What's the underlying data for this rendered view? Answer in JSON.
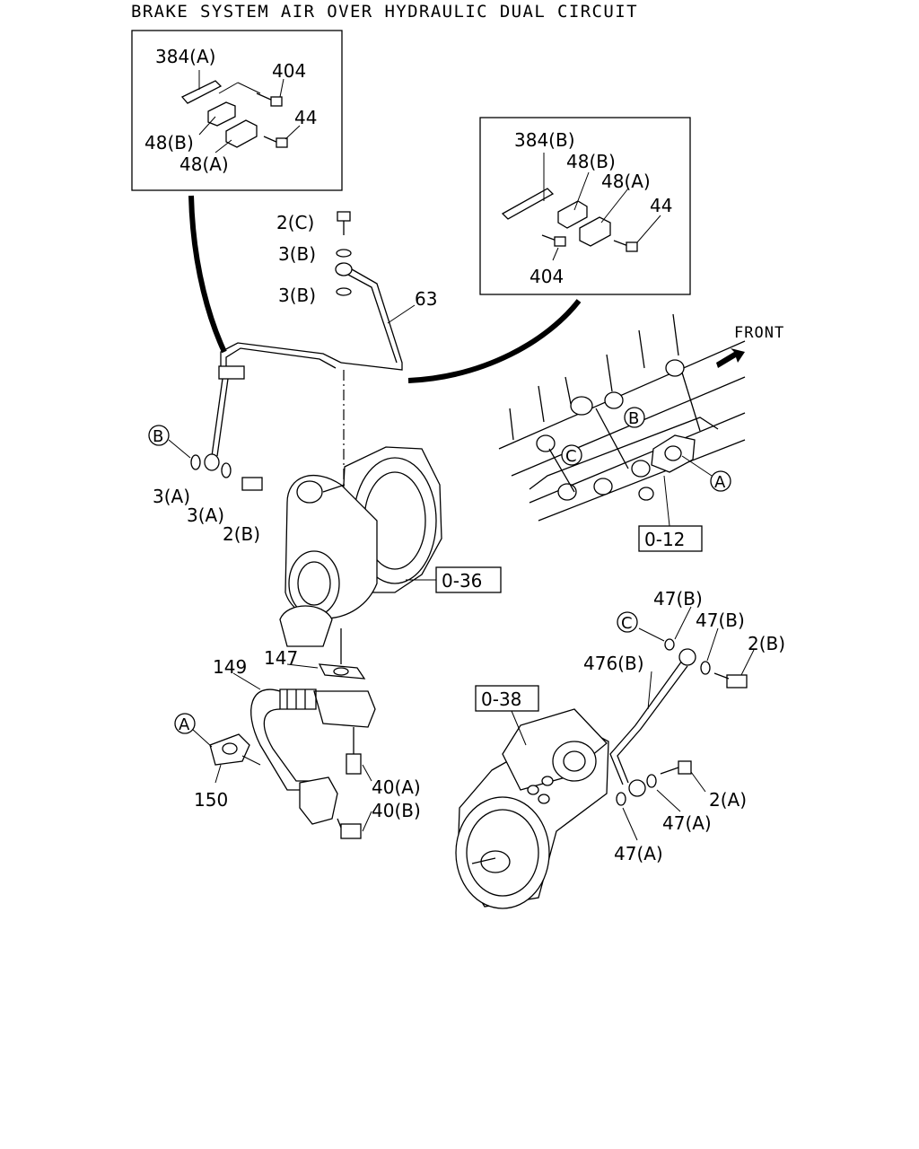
{
  "title": "BRAKE SYSTEM AIR OVER HYDRAULIC DUAL CIRCUIT",
  "front_label": "FRONT",
  "refs": {
    "r012": "0-12",
    "r036": "0-36",
    "r038": "0-38"
  },
  "callouts": {
    "A": "A",
    "B": "B",
    "C": "C"
  },
  "inset_left": {
    "p384a": "384(A)",
    "p404": "404",
    "p48b": "48(B)",
    "p44": "44",
    "p48a": "48(A)"
  },
  "inset_right": {
    "p384b": "384(B)",
    "p48b": "48(B)",
    "p48a": "48(A)",
    "p44": "44",
    "p404": "404"
  },
  "parts": {
    "p2c": "2(C)",
    "p3b_top": "3(B)",
    "p3b_mid": "3(B)",
    "p63": "63",
    "p3a_1": "3(A)",
    "p3a_2": "3(A)",
    "p2b_left": "2(B)",
    "p147": "147",
    "p149": "149",
    "p150": "150",
    "p40a": "40(A)",
    "p40b": "40(B)",
    "p47b_1": "47(B)",
    "p47b_2": "47(B)",
    "p2b_right": "2(B)",
    "p476b": "476(B)",
    "p2a": "2(A)",
    "p47a_1": "47(A)",
    "p47a_2": "47(A)"
  }
}
